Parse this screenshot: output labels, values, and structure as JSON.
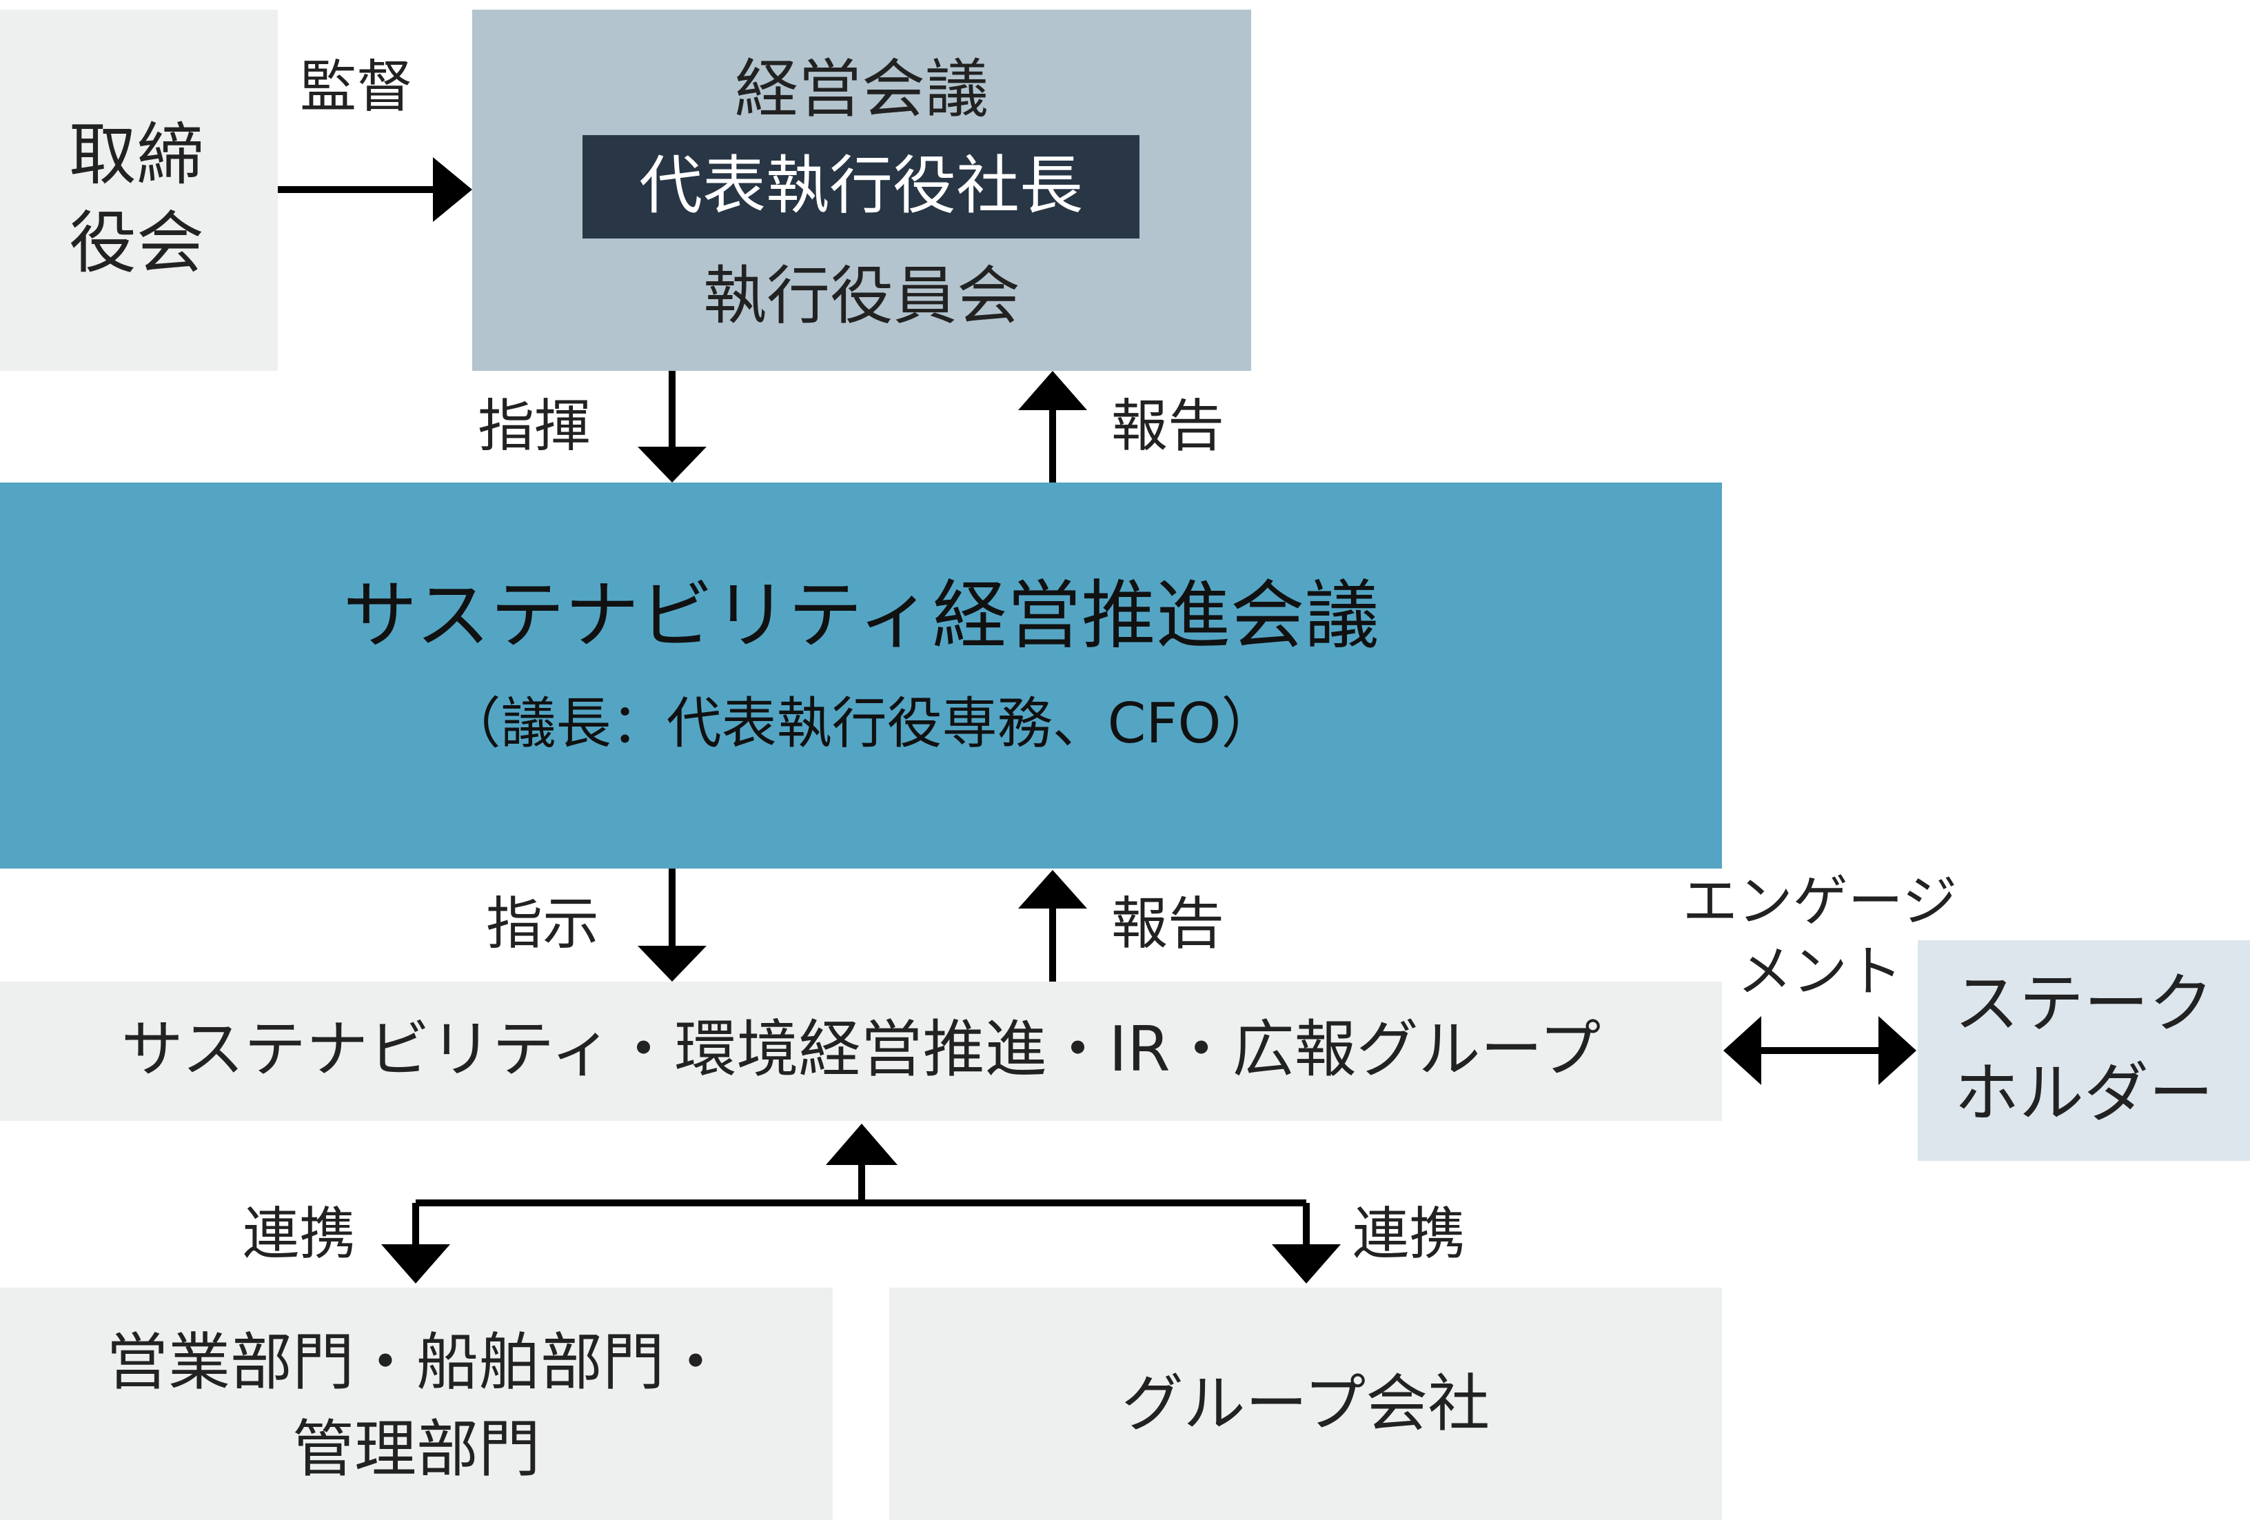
{
  "board": {
    "line1": "取締",
    "line2": "役会"
  },
  "supervise_label": "監督",
  "management_council": {
    "title": "経営会議",
    "president": "代表執行役社長",
    "executives": "執行役員会"
  },
  "command_label": "指揮",
  "report_label_top": "報告",
  "sustainability_council": {
    "title": "サステナビリティ経営推進会議",
    "chair": "（議長：代表執行役専務、CFO）"
  },
  "instruct_label": "指示",
  "report_label_mid": "報告",
  "engagement_label": {
    "line1": "エンゲージ",
    "line2": "メント"
  },
  "promotion_group": "サステナビリティ・環境経営推進・IR・広報グループ",
  "stakeholders": {
    "line1": "ステーク",
    "line2": "ホルダー"
  },
  "cooperation_left": "連携",
  "cooperation_right": "連携",
  "departments": {
    "line1": "営業部門・船舶部門・",
    "line2": "管理部門"
  },
  "group_companies": "グループ会社",
  "colors": {
    "light_gray_box": "#eef0f0",
    "management_box": "#b3c4ce",
    "president_box": "#283645",
    "council_box": "#54a5c4",
    "stakeholder_box": "#dde6ec",
    "arrow": "#000000"
  }
}
